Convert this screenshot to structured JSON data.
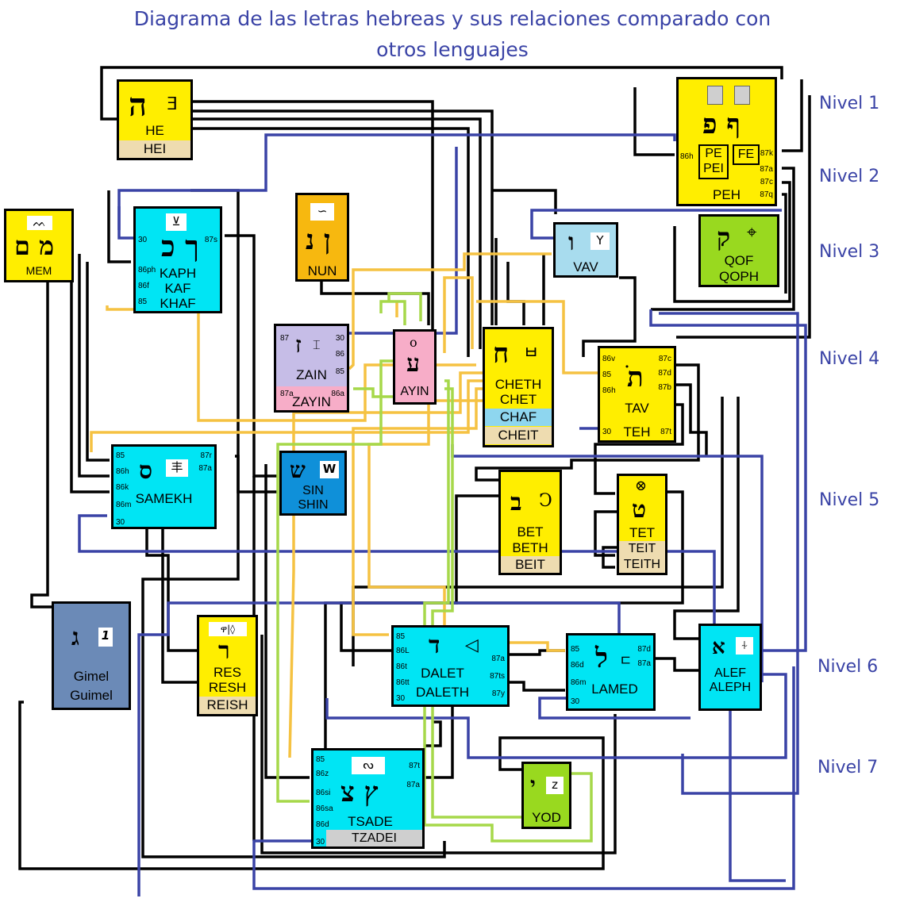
{
  "title_lines": [
    "Diagrama de las letras hebreas y sus relaciones comparado con",
    "otros lenguajes"
  ],
  "levels": [
    "Nivel 1",
    "Nivel 2",
    "Nivel 3",
    "Nivel 4",
    "Nivel 5",
    "Nivel 6",
    "Nivel 7"
  ],
  "colors": {
    "yellow": "#ffee00",
    "cyan": "#00e5f4",
    "light_blue": "#a8dcee",
    "lavender": "#c6bde7",
    "pink": "#f7adc8",
    "green": "#99d91f",
    "orange": "#f7b80f",
    "steel": "#6b8ab7",
    "tan": "#eedcb0",
    "wire_blue": "#3a43a6",
    "wire_orange": "#f5c242",
    "wire_green": "#a6d84a"
  },
  "letters": {
    "he": {
      "hebrew": "ה",
      "glyph": "ⴺ",
      "names": [
        "HE"
      ],
      "band": "HEI"
    },
    "peh": {
      "hebrew": "ף פ",
      "boxes": [
        "PE",
        "PEI",
        "FE"
      ],
      "names": [
        "PEH"
      ],
      "ports_left": [
        "86h"
      ],
      "ports_right": [
        "87k",
        "87a",
        "87c",
        "87q"
      ]
    },
    "mem": {
      "hebrew": "מ ם",
      "glyph": "ᨓ",
      "names": [
        "MEM"
      ]
    },
    "kaph": {
      "hebrew": "ך כ",
      "glyph": "⊻",
      "names": [
        "KAPH",
        "KAF",
        "KHAF"
      ],
      "ports_left": [
        "30",
        "86ph",
        "86f",
        "85"
      ],
      "ports_right": [
        "87s"
      ]
    },
    "nun": {
      "hebrew": "ן נ",
      "glyph": "∽",
      "names": [
        "NUN"
      ]
    },
    "vav": {
      "hebrew": "ו",
      "glyph": "Y",
      "names": [
        "VAV"
      ]
    },
    "qof": {
      "hebrew": "ק",
      "glyph": "⌖",
      "names": [
        "QOF",
        "QOPH"
      ]
    },
    "zain": {
      "hebrew": "ז",
      "glyph": "⌶",
      "names": [
        "ZAIN"
      ],
      "band": "ZAYIN",
      "ports_left": [
        "87",
        "87a"
      ],
      "ports_right": [
        "30",
        "86",
        "85",
        "86a"
      ]
    },
    "ayin": {
      "hebrew": "ע",
      "glyph": "o",
      "names": [
        "AYIN"
      ]
    },
    "cheth": {
      "hebrew": "ח",
      "glyph": "ㅂ",
      "names": [
        "CHETH",
        "CHET"
      ],
      "bands": [
        "CHAF",
        "CHEIT"
      ]
    },
    "tav": {
      "hebrew": "תׂ",
      "names": [
        "TAV",
        "TEH"
      ],
      "ports_left": [
        "86v",
        "85",
        "86h",
        "30"
      ],
      "ports_right": [
        "87c",
        "87d",
        "87b",
        "87t"
      ]
    },
    "samekh": {
      "hebrew": "ס",
      "glyph": "丰",
      "names": [
        "SAMEKH"
      ],
      "ports_left": [
        "85",
        "86h",
        "86k",
        "86m",
        "30"
      ],
      "ports_right": [
        "87r",
        "87a"
      ]
    },
    "sin": {
      "hebrew": "ש",
      "glyph": "W",
      "names": [
        "SIN",
        "SHIN"
      ]
    },
    "bet": {
      "hebrew": "ב",
      "glyph": "Ͻ",
      "names": [
        "BET",
        "BETH"
      ],
      "band": "BEIT"
    },
    "tet": {
      "hebrew": "ט",
      "glyph": "⊗",
      "names": [
        "TET"
      ],
      "bands": [
        "TEIT",
        "TEITH"
      ]
    },
    "gimel": {
      "hebrew": "ג",
      "glyph": "1",
      "names": [
        "Gimel",
        "Guimel"
      ]
    },
    "res": {
      "hebrew": "ר",
      "glyph": "ዋ|◊",
      "names": [
        "RES",
        "RESH"
      ],
      "band": "REISH"
    },
    "dalet": {
      "hebrew": "ד",
      "glyph": "◁",
      "names": [
        "DALET",
        "DALETH"
      ],
      "ports_left": [
        "85",
        "86L",
        "86t",
        "86tt",
        "30"
      ],
      "ports_right": [
        "87a",
        "87ts",
        "87y"
      ]
    },
    "lamed": {
      "hebrew": "ל",
      "glyph": "ㄷ",
      "names": [
        "LAMED"
      ],
      "ports_left": [
        "85",
        "86d",
        "86m",
        "30"
      ],
      "ports_right": [
        "87d",
        "87a"
      ]
    },
    "alef": {
      "hebrew": "א",
      "glyph": "⍭",
      "names": [
        "ALEF",
        "ALEPH"
      ]
    },
    "yod": {
      "hebrew": "י",
      "glyph": "z",
      "names": [
        "YOD"
      ]
    },
    "tsade": {
      "hebrew": "ץ צ",
      "glyph": "ᔓ",
      "names": [
        "TSADE"
      ],
      "band": "TZADEI",
      "ports_left": [
        "85",
        "86z",
        "86si",
        "86sa",
        "86d",
        "30"
      ],
      "ports_right": [
        "87t",
        "87a"
      ]
    }
  }
}
